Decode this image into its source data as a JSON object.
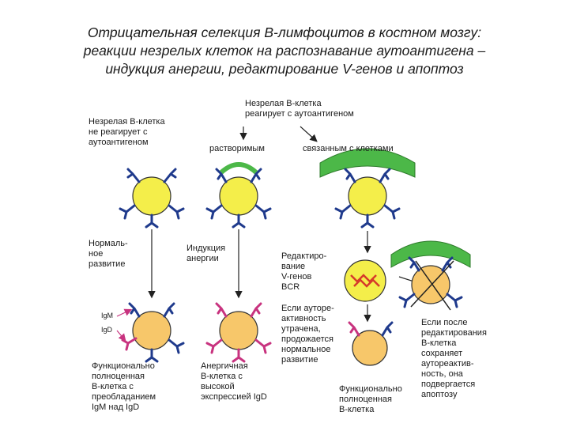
{
  "title": {
    "line1": "Отрицательная селекция В-лимфоцитов в костном мозгу:",
    "line2": "реакции незрелых клеток на распознавание аутоантигена –",
    "line3": "индукция анергии, редактирование V-генов и апоптоз"
  },
  "labels": {
    "immature_no_react": [
      "Незрелая В-клетка",
      "не реагирует с",
      "аутоантигеном"
    ],
    "immature_reacts": [
      "Незрелая В-клетка",
      "реагирует с аутоантигеном"
    ],
    "soluble": "растворимым",
    "cell_bound": "связанным с клетками",
    "normal_dev": [
      "Нормаль-",
      "ное",
      "развитие"
    ],
    "anergy_induction": [
      "Индукция",
      "анергии"
    ],
    "editing": [
      "Редактиро-",
      "вание",
      "V-генов",
      "BCR"
    ],
    "if_lost": [
      "Если ауторе-",
      "активность",
      "утрачена,",
      "продожается",
      "нормальное",
      "развитие"
    ],
    "if_retained": [
      "Если после",
      "редактирования",
      "В-клетка",
      "сохраняет",
      "аутореактив-",
      "ность, она",
      "подвергается",
      "апоптозу"
    ],
    "igm": "IgM",
    "igd": "IgD",
    "functional_full": [
      "Функционально",
      "полноценная",
      "В-клетка с",
      "преобладанием",
      "IgM над IgD"
    ],
    "anergic": [
      "Анергичная",
      "В-клетка с",
      "высокой",
      "экспрессией IgD"
    ],
    "functional_full2": [
      "Функционально",
      "полноценная",
      "В-клетка"
    ]
  },
  "colors": {
    "cell": "#f4ee4a",
    "mature_cell": "#f7c76a",
    "receptor": "#1f3a8c",
    "igd_receptor": "#c8337f",
    "antigen": "#4cb848",
    "dna": "#d63a2a"
  }
}
